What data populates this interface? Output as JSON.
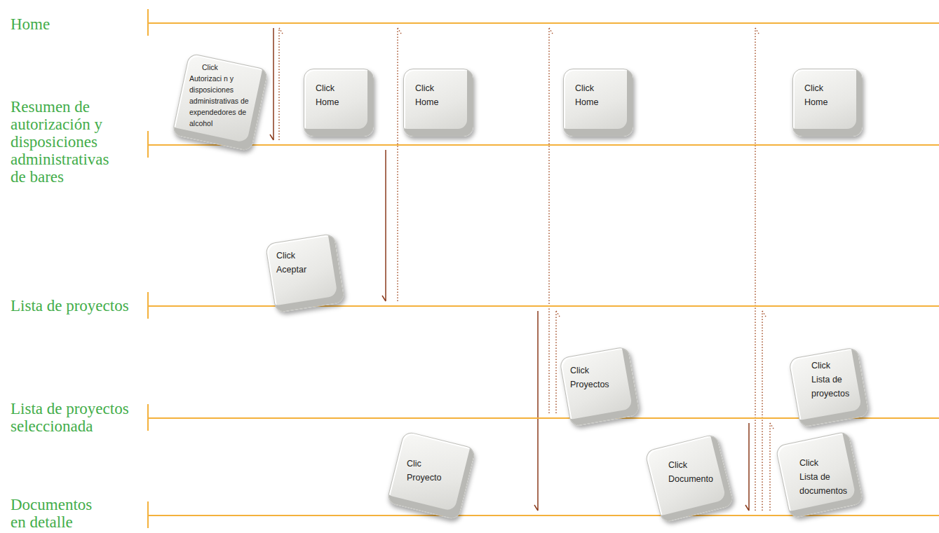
{
  "diagram": {
    "nodes": [
      {
        "text": [
          "Home"
        ]
      },
      {
        "text": [
          "Resumen de autorización y disposiciones administrativas de bares"
        ]
      },
      {
        "text": [
          "Lista de proyectos"
        ]
      },
      {
        "text": [
          "Lista de proyectos seleccionada"
        ]
      },
      {
        "text": [
          "Documentos en detalle"
        ]
      },
      {
        "text": [
          "Click Autorizaci n y disposiciones administrativas de expendedores de alcohol"
        ]
      },
      {
        "text": [
          "Click Home"
        ]
      },
      {
        "text": [
          "Click Home"
        ]
      },
      {
        "text": [
          "Click Home"
        ]
      },
      {
        "text": [
          "Click Home"
        ]
      },
      {
        "text": [
          "Click Aceptar"
        ]
      },
      {
        "text": [
          "Click Proyectos"
        ]
      },
      {
        "text": [
          "Click Lista de proyectos"
        ]
      },
      {
        "text": [
          "Clic Proyecto"
        ]
      },
      {
        "text": [
          "Click Documento"
        ]
      },
      {
        "text": [
          "Click Lista de documentos"
        ]
      }
    ],
    "edges": [
      {
        "from": 0,
        "to": 1,
        "arrow": "to"
      },
      {
        "from": 1,
        "to": 0,
        "arrow": "to"
      },
      {
        "from": 1,
        "to": 2,
        "arrow": "to"
      },
      {
        "from": 2,
        "to": 0,
        "arrow": "to"
      },
      {
        "from": 2,
        "to": 4,
        "arrow": "to"
      },
      {
        "from": 3,
        "to": 0,
        "arrow": "to"
      },
      {
        "from": 3,
        "to": 2,
        "arrow": "to"
      },
      {
        "from": 3,
        "to": 4,
        "arrow": "to"
      },
      {
        "from": 4,
        "to": 0,
        "arrow": "to"
      },
      {
        "from": 4,
        "to": 2,
        "arrow": "to"
      },
      {
        "from": 4,
        "to": 3,
        "arrow": "to"
      }
    ]
  }
}
